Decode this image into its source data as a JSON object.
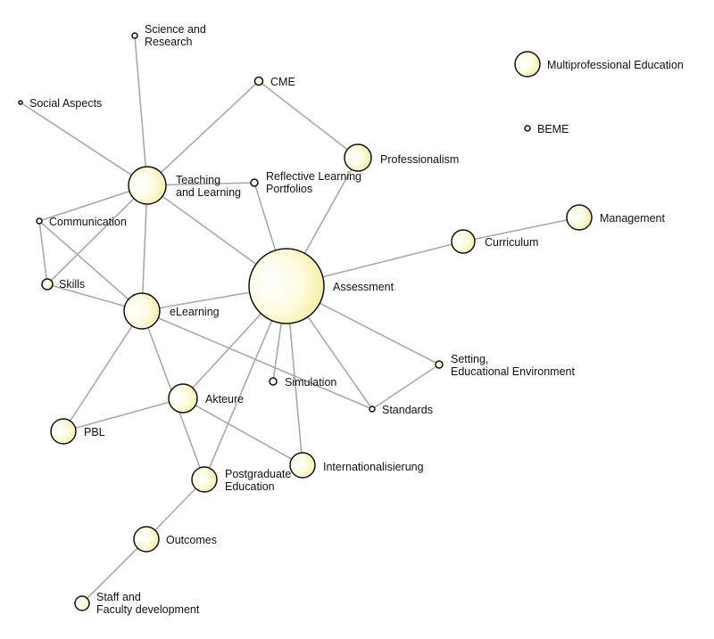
{
  "nodes": [
    {
      "id": "science",
      "label": "Science and Research"
    },
    {
      "id": "social",
      "label": "Social Aspects"
    },
    {
      "id": "cme",
      "label": "CME"
    },
    {
      "id": "multiprof",
      "label": "Multiprofessional Education"
    },
    {
      "id": "beme",
      "label": "BEME"
    },
    {
      "id": "professionalism",
      "label": "Professionalism"
    },
    {
      "id": "teaching",
      "label": "Teaching and Learning"
    },
    {
      "id": "reflective",
      "label": "Reflective Learning Portfolios"
    },
    {
      "id": "communication",
      "label": "Communication"
    },
    {
      "id": "management",
      "label": "Management"
    },
    {
      "id": "curriculum",
      "label": "Curriculum"
    },
    {
      "id": "skills",
      "label": "Skills"
    },
    {
      "id": "assessment",
      "label": "Assessment"
    },
    {
      "id": "elearning",
      "label": "eLearning"
    },
    {
      "id": "setting",
      "label": "Setting, Educational Environment"
    },
    {
      "id": "simulation",
      "label": "Simulation"
    },
    {
      "id": "akteure",
      "label": "Akteure"
    },
    {
      "id": "standards",
      "label": "Standards"
    },
    {
      "id": "pbl",
      "label": "PBL"
    },
    {
      "id": "international",
      "label": "Internationalisierung"
    },
    {
      "id": "postgraduate",
      "label": "Postgraduate Education"
    },
    {
      "id": "outcomes",
      "label": "Outcomes"
    },
    {
      "id": "staff",
      "label": "Staff and Faculty development"
    }
  ],
  "edges": [
    [
      "science",
      "teaching"
    ],
    [
      "social",
      "teaching"
    ],
    [
      "cme",
      "teaching"
    ],
    [
      "cme",
      "professionalism"
    ],
    [
      "professionalism",
      "assessment"
    ],
    [
      "teaching",
      "reflective"
    ],
    [
      "teaching",
      "communication"
    ],
    [
      "teaching",
      "skills"
    ],
    [
      "teaching",
      "elearning"
    ],
    [
      "teaching",
      "assessment"
    ],
    [
      "reflective",
      "assessment"
    ],
    [
      "communication",
      "skills"
    ],
    [
      "communication",
      "elearning"
    ],
    [
      "skills",
      "elearning"
    ],
    [
      "management",
      "curriculum"
    ],
    [
      "curriculum",
      "assessment"
    ],
    [
      "elearning",
      "assessment"
    ],
    [
      "elearning",
      "pbl"
    ],
    [
      "elearning",
      "postgraduate"
    ],
    [
      "elearning",
      "standards"
    ],
    [
      "assessment",
      "setting"
    ],
    [
      "assessment",
      "standards"
    ],
    [
      "assessment",
      "simulation"
    ],
    [
      "assessment",
      "akteure"
    ],
    [
      "assessment",
      "international"
    ],
    [
      "assessment",
      "postgraduate"
    ],
    [
      "setting",
      "standards"
    ],
    [
      "akteure",
      "pbl"
    ],
    [
      "akteure",
      "international"
    ],
    [
      "postgraduate",
      "outcomes"
    ],
    [
      "outcomes",
      "staff"
    ]
  ]
}
